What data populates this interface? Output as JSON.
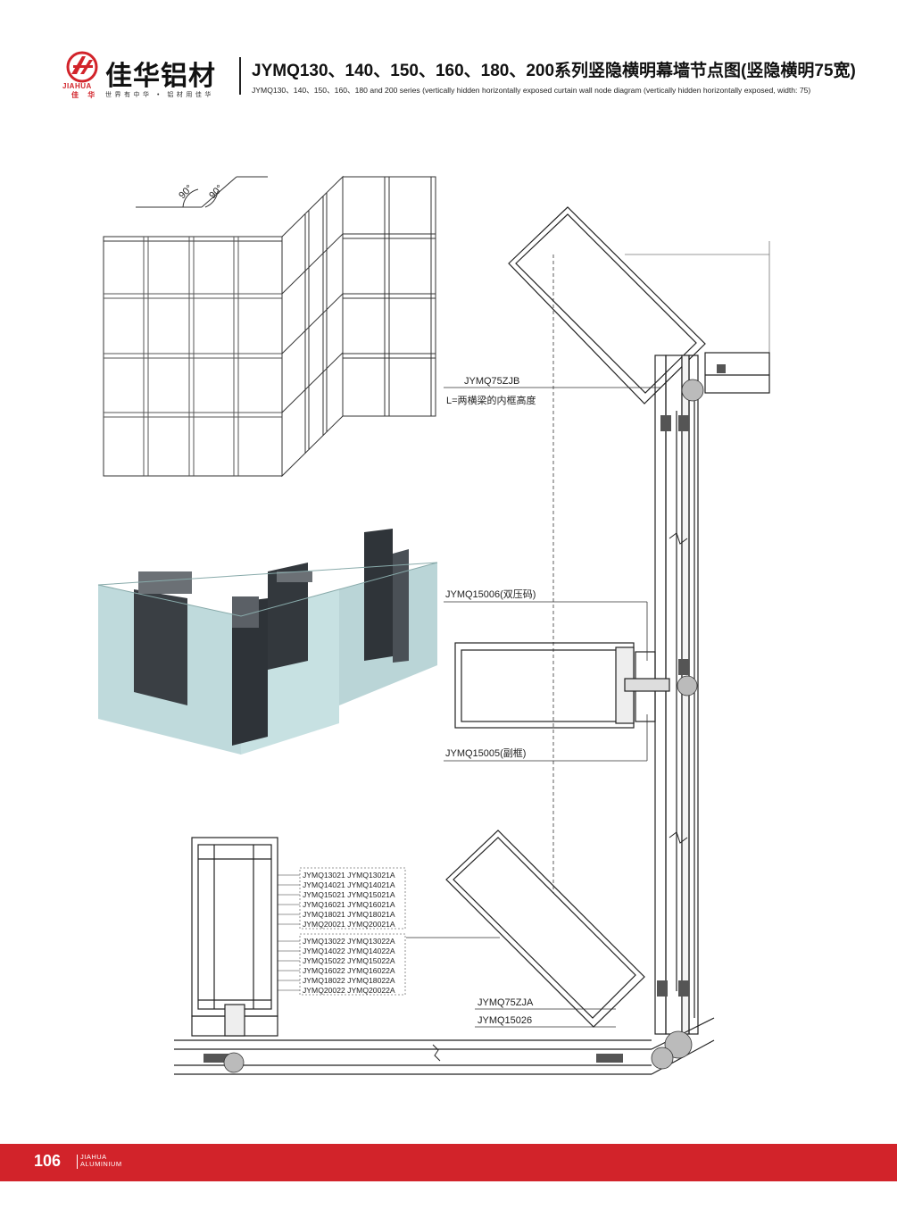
{
  "header": {
    "brand_cn": "佳华铝材",
    "brand_en": "JIAHUA",
    "brand_cn_small": "佳 华",
    "slogan": "世界有中华 • 铝材用佳华",
    "title_cn": "JYMQ130、140、150、160、180、200系列竖隐横明幕墙节点图(竖隐横明75宽)",
    "title_en": "JYMQ130、140、150、160、180 and 200 series (vertically hidden horizontally exposed curtain wall node diagram (vertically hidden horizontally exposed, width: 75)"
  },
  "drawing": {
    "angle_1": "90°",
    "angle_2": "90°",
    "label_zjb": "JYMQ75ZJB",
    "label_l": "L=两横梁的内框高度",
    "label_15006": "JYMQ15006(双压码)",
    "label_15005": "JYMQ15005(副框)",
    "label_zja": "JYMQ75ZJA",
    "label_15026": "JYMQ15026",
    "table_a": [
      "JYMQ13021  JYMQ13021A",
      "JYMQ14021  JYMQ14021A",
      "JYMQ15021  JYMQ15021A",
      "JYMQ16021  JYMQ16021A",
      "JYMQ18021  JYMQ18021A",
      "JYMQ20021  JYMQ20021A"
    ],
    "table_b": [
      "JYMQ13022  JYMQ13022A",
      "JYMQ14022  JYMQ14022A",
      "JYMQ15022  JYMQ15022A",
      "JYMQ16022  JYMQ16022A",
      "JYMQ18022  JYMQ18022A",
      "JYMQ20022  JYMQ20022A"
    ]
  },
  "footer": {
    "page_number": "106",
    "brand_line1": "JIAHUA",
    "brand_line2": "ALUMINIUM",
    "bar_color": "#d2232a"
  }
}
